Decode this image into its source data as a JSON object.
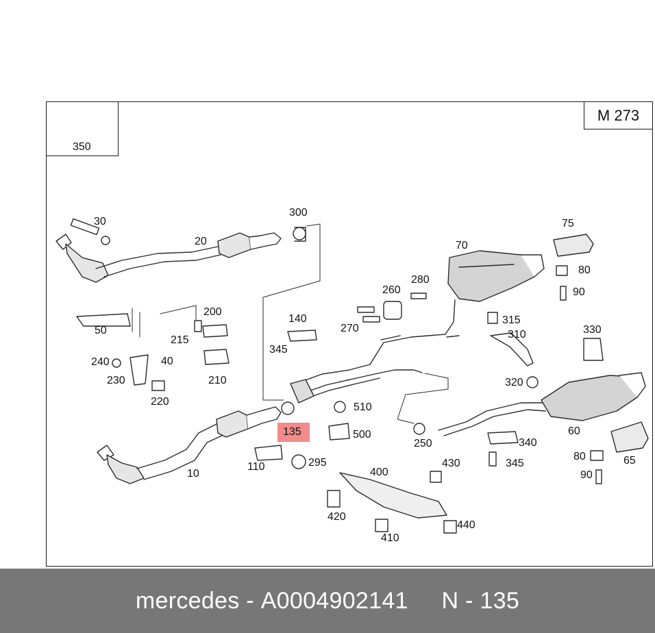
{
  "header": {
    "model": "M 273"
  },
  "inset": {
    "label": "350"
  },
  "highlight_label": "135",
  "callouts": {
    "c10": "10",
    "c20": "20",
    "c30": "30",
    "c40": "40",
    "c50": "50",
    "c60": "60",
    "c65": "65",
    "c70": "70",
    "c75": "75",
    "c80a": "80",
    "c80b": "80",
    "c90a": "90",
    "c90b": "90",
    "c110": "110",
    "c140": "140",
    "c200": "200",
    "c210": "210",
    "c215": "215",
    "c220": "220",
    "c230": "230",
    "c240": "240",
    "c250": "250",
    "c260": "260",
    "c270": "270",
    "c280": "280",
    "c295": "295",
    "c300": "300",
    "c310": "310",
    "c315": "315",
    "c320": "320",
    "c330": "330",
    "c340": "340",
    "c345a": "345",
    "c345b": "345",
    "c400": "400",
    "c410": "410",
    "c420": "420",
    "c430": "430",
    "c440": "440",
    "c500": "500",
    "c510": "510"
  },
  "footer": {
    "brand": "mercedes",
    "separator": " - ",
    "part_number": "A0004902141",
    "position_label": "N - 135"
  }
}
